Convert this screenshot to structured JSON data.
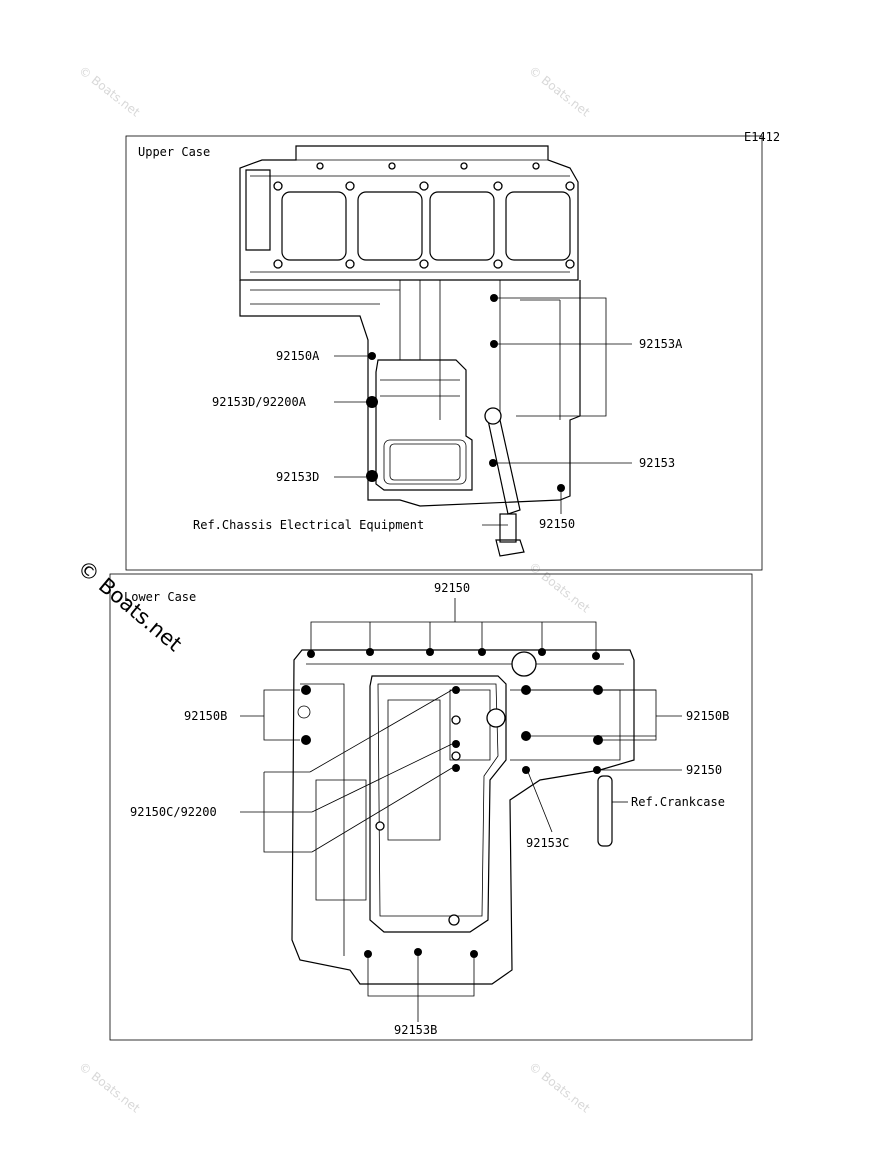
{
  "diagram_code": "E1412",
  "upper_case": {
    "title": "Upper Case",
    "labels": {
      "l92150A": "92150A",
      "l92153D_92200A": "92153D/92200A",
      "l92153D": "92153D",
      "l92153A": "92153A",
      "l92153": "92153",
      "l92150": "92150",
      "ref_chassis": "Ref.Chassis Electrical Equipment"
    }
  },
  "lower_case": {
    "title": "Lower Case",
    "labels": {
      "l92150_top": "92150",
      "l92150B_left": "92150B",
      "l92150B_right": "92150B",
      "l92150C_92200": "92150C/92200",
      "l92150_right": "92150",
      "ref_crankcase": "Ref.Crankcase",
      "l92153C": "92153C",
      "l92153B": "92153B"
    }
  },
  "watermark": {
    "text": "© Boats.net",
    "strong_text": "© Boats.net"
  }
}
